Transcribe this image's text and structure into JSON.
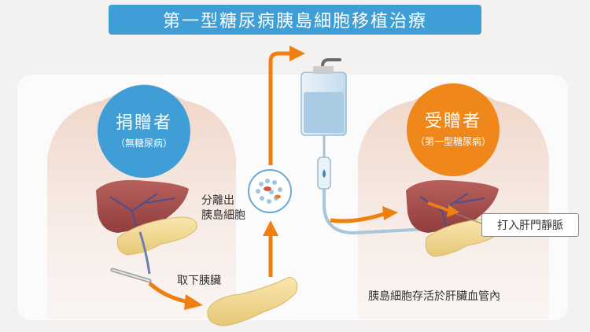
{
  "title": "第一型糖尿病胰島細胞移植治療",
  "donor": {
    "label": "捐贈者",
    "sublabel": "（無糖尿病）"
  },
  "recipient": {
    "label": "受贈者",
    "sublabel": "（第一型糖尿病）"
  },
  "steps": {
    "remove_pancreas": "取下胰臟",
    "isolate_line1": "分離出",
    "isolate_line2": "胰島細胞",
    "infuse_portal_vein": "打入肝門靜脈",
    "survive": "胰島細胞存活於肝臟血管內"
  },
  "colors": {
    "banner": "#3e9ed5",
    "donor": "#3e9ed5",
    "recipient": "#f0871a",
    "arrow": "#ee7f12",
    "liver": "#a9504f",
    "pancreas": "#f2dc95",
    "body_silhouette": "#f2d9cd",
    "iv_bag": "#cfe5f3"
  },
  "icons": {
    "donor_liver": "liver-icon",
    "pancreas": "pancreas-icon",
    "cells": "islet-cells-icon",
    "iv": "iv-bag-icon",
    "scalpel": "scalpel-icon"
  }
}
